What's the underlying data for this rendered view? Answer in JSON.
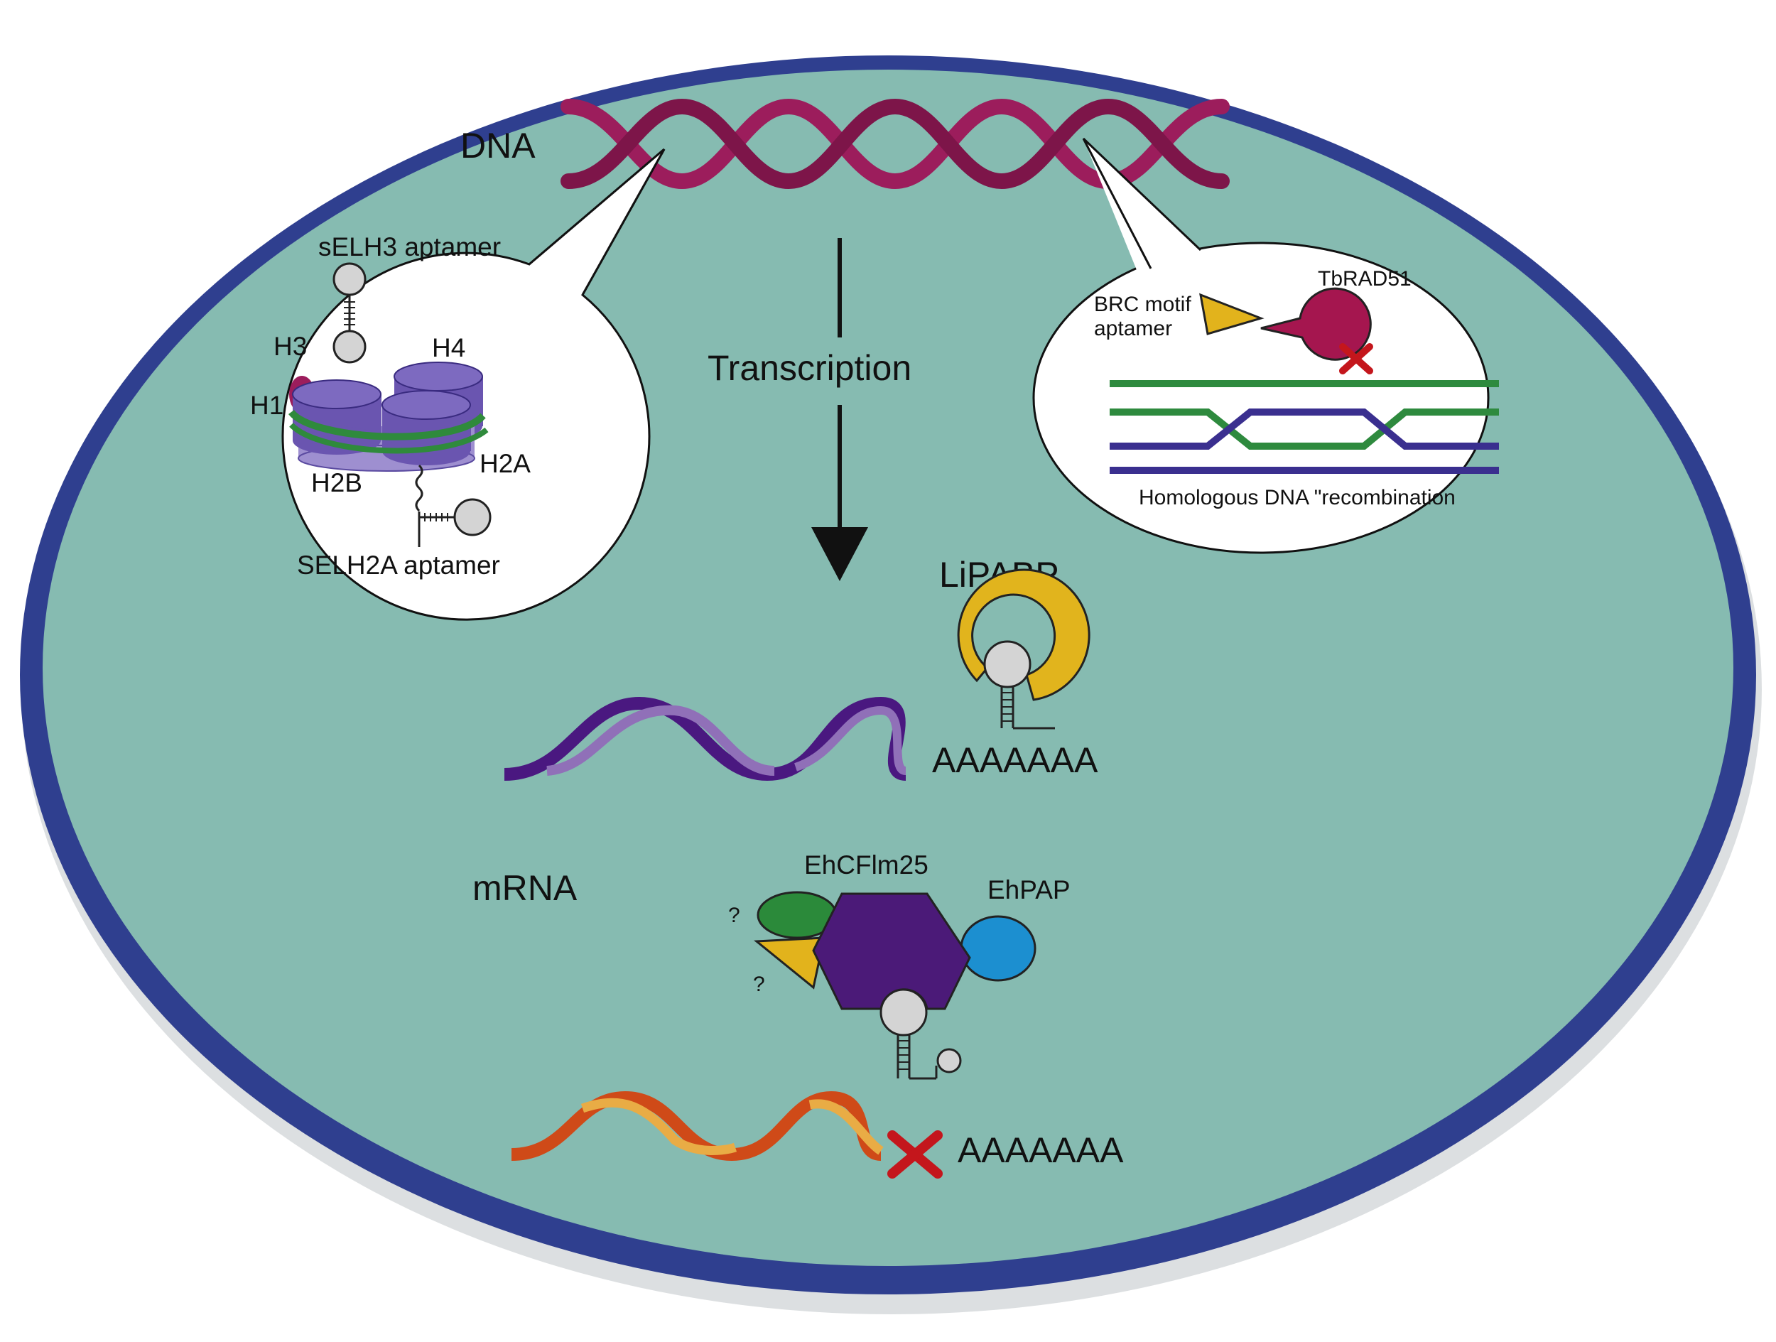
{
  "labels": {
    "dna": "DNA",
    "transcription": "Transcription",
    "mrna": "mRNA",
    "selh3_aptamer": "sELH3 aptamer",
    "h3": "H3",
    "h4": "H4",
    "h1": "H1",
    "h2b": "H2B",
    "h2a": "H2A",
    "selh2a_aptamer": "SELH2A aptamer",
    "tbrad51": "TbRAD51",
    "brc_line1": "BRC motif",
    "brc_line2": "aptamer",
    "recombination": "Homologous DNA \"recombination",
    "lipabp": "LiPABP",
    "polya_top": "AAAAAAA",
    "ehcflm25": "EhCFlm25",
    "ehpap": "EhPAP",
    "question_1": "?",
    "question_2": "?",
    "polya_bottom": "AAAAAAA"
  },
  "colors": {
    "cell_fill": "#86bbb1",
    "membrane": "#2f3f8f",
    "dna": "#9c1d5c",
    "histone": "#6a55b0",
    "histone_light": "#9e8fd0",
    "dna_wrap": "#2f8a3c",
    "aptamer": "#d4d4d4",
    "rad51": "#a5164f",
    "brc_triangle": "#e2b31c",
    "recomb_green": "#2e8a3e",
    "recomb_blue": "#3a2f8f",
    "mrna_dark": "#4a1880",
    "mrna_light": "#9070b8",
    "lipabp": "#e1b41d",
    "ehcflm25": "#4b1a78",
    "ehpap": "#1c8fd0",
    "green_protein": "#2b8a3a",
    "yellow_protein": "#e2b31c",
    "mrna2_red": "#cf4a18",
    "mrna2_yellow": "#e9ac45",
    "x_mark": "#c4161c"
  }
}
